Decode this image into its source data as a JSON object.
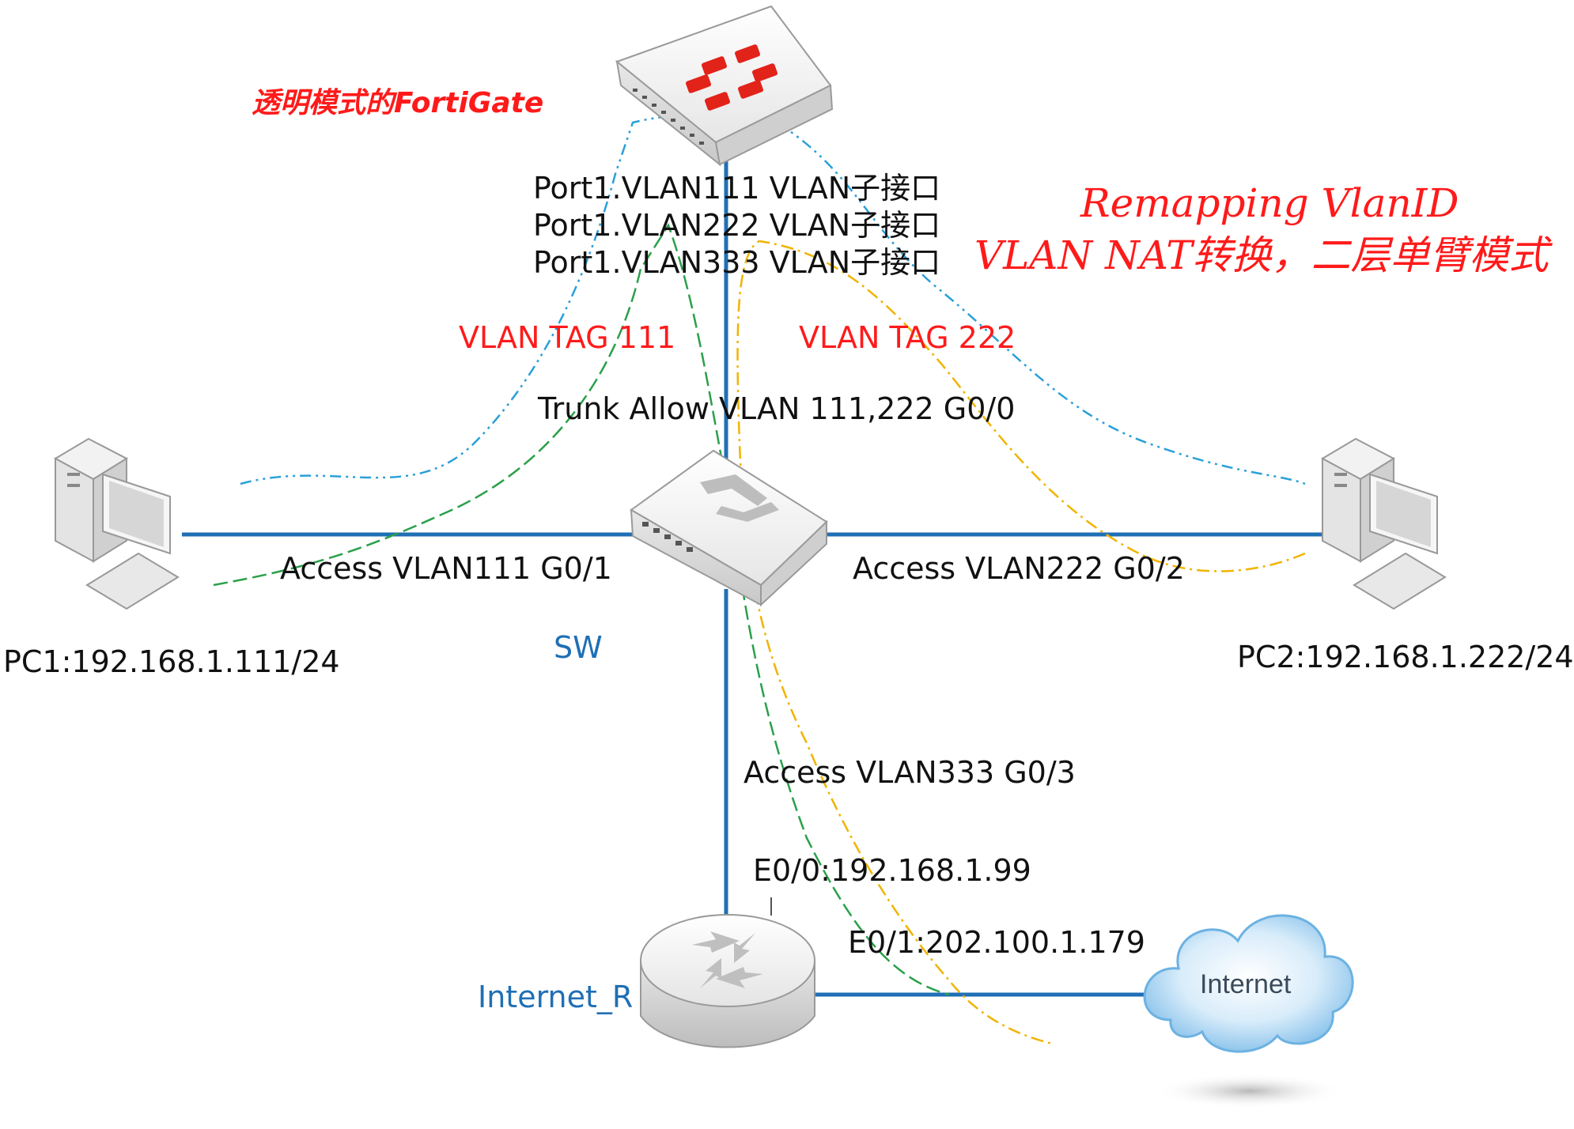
{
  "labels": {
    "fortigate_title": "透明模式的FortiGate",
    "sub_if_1": "Port1.VLAN111 VLAN子接口",
    "sub_if_2": "Port1.VLAN222 VLAN子接口",
    "sub_if_3": "Port1.VLAN333 VLAN子接口",
    "remap_line1": "Remapping VlanID",
    "remap_line2": "VLAN NAT转换，二层单臂模式",
    "tag_111": "VLAN TAG 111",
    "tag_222": "VLAN TAG 222",
    "trunk": "Trunk Allow VLAN 111,222 G0/0",
    "access_g01": "Access VLAN111 G0/1",
    "access_g02": "Access VLAN222 G0/2",
    "access_g03": "Access VLAN333 G0/3",
    "sw": "SW",
    "pc1": "PC1:192.168.1.111/24",
    "pc2": "PC2:192.168.1.222/24",
    "e00": "E0/0:192.168.1.99",
    "e01": "E0/1:202.100.1.179",
    "router": "Internet_R",
    "cloud": "Internet"
  },
  "icons": {
    "fortigate": "firewall-icon",
    "switch": "switch-icon",
    "router": "router-icon",
    "pc1": "desktop-pc-icon",
    "pc2": "desktop-pc-icon",
    "cloud": "cloud-icon"
  },
  "colors": {
    "link": "#1f6fb5",
    "flow_blue": "#2aa0d8",
    "flow_green": "#2aa04a",
    "flow_orange": "#f0b400",
    "label_red": "#ff1a1a",
    "label_blue": "#1f6fb5",
    "fortinet_red": "#e2231a"
  }
}
